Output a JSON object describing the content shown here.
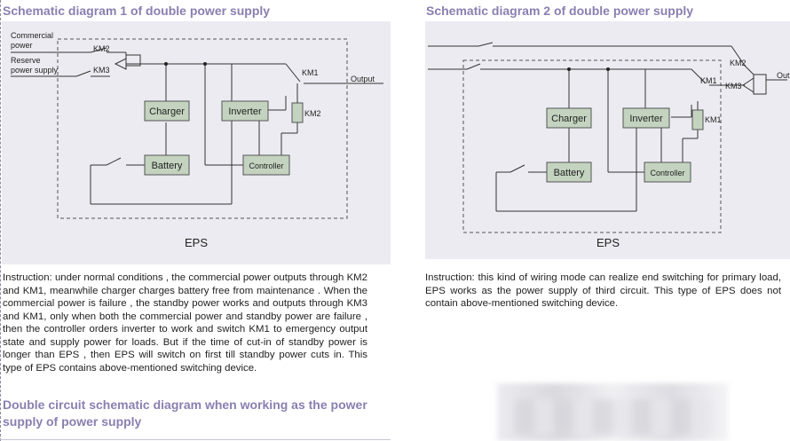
{
  "left": {
    "title": "Schematic diagram 1 of double power supply",
    "labels": {
      "commercial": "Commercial power",
      "commercial_l1": "Commercial",
      "commercial_l2": "power",
      "reserve_l1": "Reserve",
      "reserve_l2": "power supply",
      "km2": "KM2",
      "km3": "KM3",
      "km1": "KM1",
      "output": "Output",
      "charger": "Charger",
      "inverter": "Inverter",
      "battery": "Battery",
      "controller": "Controller",
      "km2_coil": "KM2",
      "eps": "EPS"
    },
    "instruction": "Instruction: under normal conditions , the commercial power outputs through KM2 and KM1, meanwhile charger charges battery free from maintenance . When the commercial power is failure , the standby power works and outputs through KM3 and KM1, only when both the commercial power and standby power are failure , then the controller orders inverter to work and switch KM1 to emergency output state and supply power for loads. But if the time of cut-in of standby power is longer than EPS , then EPS will switch on first till standby power cuts in. This type of EPS contains above-mentioned switching device."
  },
  "right": {
    "title": "Schematic diagram 2 of double power supply",
    "labels": {
      "km2": "KM2",
      "km3": "KM3",
      "km1": "KM1",
      "output": "Out",
      "charger": "Charger",
      "inverter": "Inverter",
      "battery": "Battery",
      "controller": "Controller",
      "km1_coil": "KM1",
      "eps": "EPS"
    },
    "instruction": "Instruction: this kind of wiring mode can realize end switching for primary load, EPS works as the power supply of third circuit. This type of EPS does not contain above-mentioned switching device."
  },
  "bottom": {
    "subtitle": "Double circuit schematic diagram when working as the power supply of power supply"
  },
  "colors": {
    "title": "#8a7fb0",
    "panel": "#ecebf2",
    "box_fill": "#c3d3bf",
    "line": "#333333"
  }
}
